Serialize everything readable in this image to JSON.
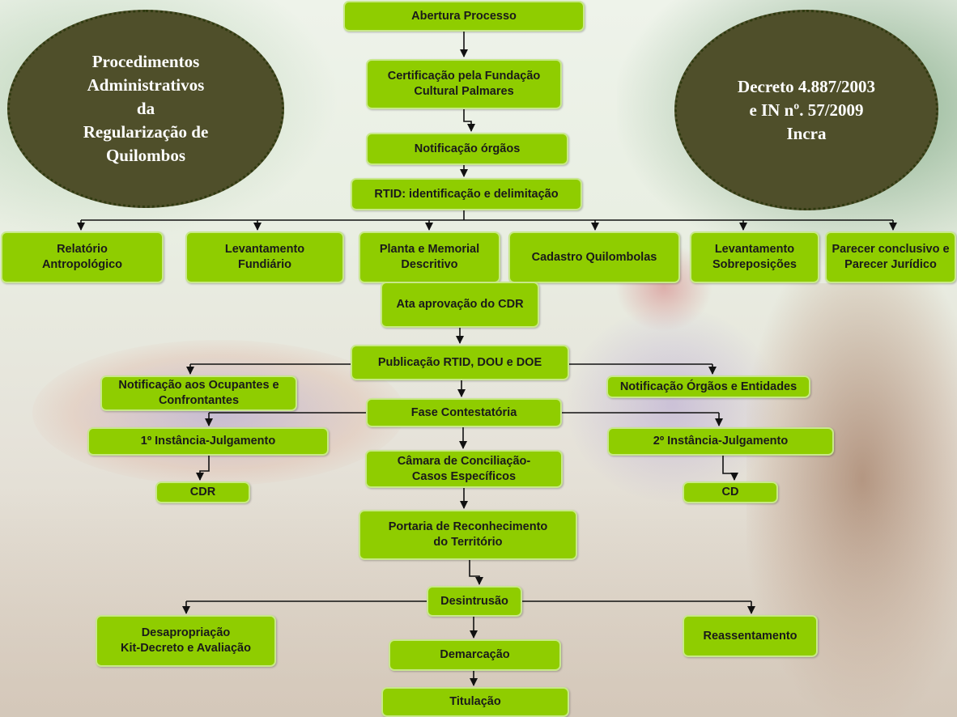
{
  "left_oval": "Procedimentos\nAdministrativos\nda\nRegularização de\nQuilombos",
  "right_oval": "Decreto 4.887/2003\ne  IN nº. 57/2009\nIncra",
  "steps": {
    "abertura": "Abertura Processo",
    "certificacao": "Certificação  pela Fundação\nCultural Palmares",
    "notificacao_orgaos": "Notificação  órgãos",
    "rtid": "RTID:  identificação e delimitação",
    "relatorio": "Relatório\nAntropológico",
    "levantamento_fundiario": "Levantamento\nFundiário",
    "planta": "Planta e Memorial\nDescritivo",
    "cadastro": "Cadastro  Quilombolas",
    "levantamento_sobreposicoes": "Levantamento\nSobreposições",
    "parecer": "Parecer conclusivo e\nParecer Jurídico",
    "ata": "Ata aprovação do CDR",
    "publicacao": "Publicação RTID, DOU e DOE",
    "notif_ocupantes": "Notificação aos Ocupantes e\nConfrontantes",
    "notif_orgaos_entidades": "Notificação Órgãos e Entidades",
    "fase": "Fase  Contestatória",
    "instancia1": "1º Instância-Julgamento",
    "instancia2": "2º Instância-Julgamento",
    "camara": "Câmara de Conciliação-\nCasos Específicos",
    "cdr": "CDR",
    "cd": "CD",
    "portaria": "Portaria de Reconhecimento\ndo Território",
    "desintrusao": "Desintrusão",
    "desapropriacao": "Desapropriação\nKit-Decreto  e Avaliação",
    "reassentamento": "Reassentamento",
    "demarcacao": "Demarcação",
    "titulacao": "Titulação"
  },
  "colors": {
    "box_fill": "#8fcd00",
    "oval_fill": "#4f4f2a",
    "arrow": "#111111"
  }
}
